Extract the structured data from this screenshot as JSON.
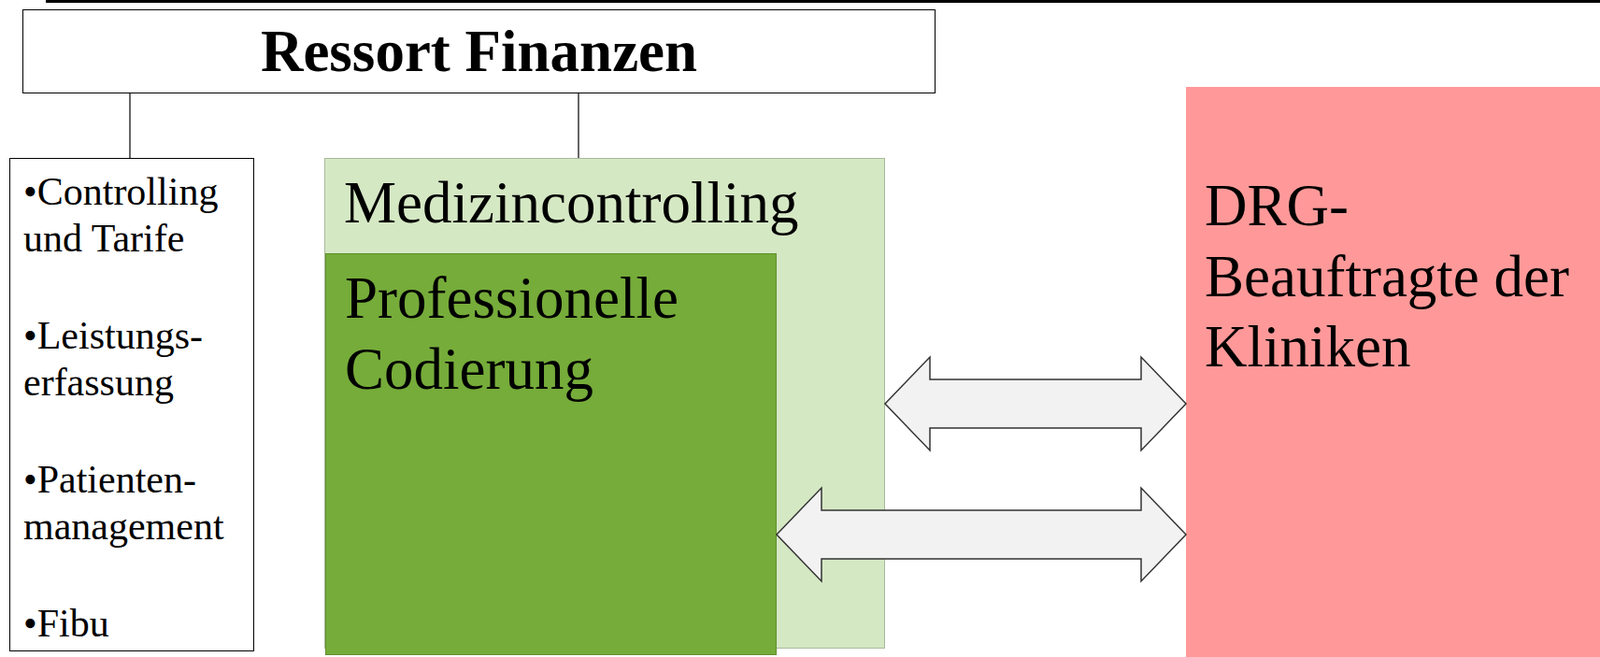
{
  "diagram": {
    "nodes": [
      {
        "text": [
          "Ressort Finanzen"
        ]
      },
      {
        "text": [
          "•Controlling und Tarife",
          "•Leistungs- erfassung",
          "•Patienten- management",
          "•Fibu"
        ]
      },
      {
        "text": [
          "Medizincontrolling"
        ]
      },
      {
        "text": [
          "Professionelle Codierung"
        ],
        "in": 2
      },
      {
        "text": [
          "DRG- Beauftragte der Kliniken"
        ]
      }
    ],
    "edges": [
      {
        "from": 0,
        "to": 1,
        "arrow": "none"
      },
      {
        "from": 0,
        "to": 2,
        "arrow": "none"
      },
      {
        "from": 2,
        "to": 4,
        "arrow": "both"
      },
      {
        "from": 3,
        "to": 4,
        "arrow": "both"
      }
    ]
  }
}
